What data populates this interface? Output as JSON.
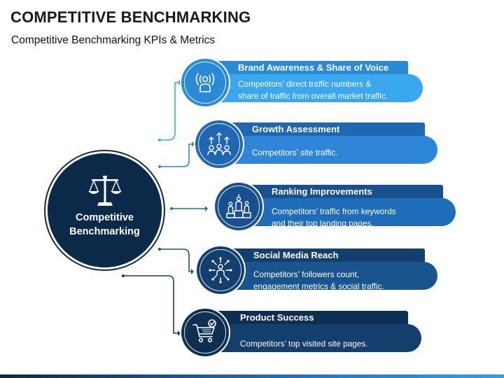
{
  "title": "COMPETITIVE BENCHMARKING",
  "subtitle": "Competitive Benchmarking KPIs & Metrics",
  "hub": {
    "line1": "Competitive",
    "line2": "Benchmarking",
    "icon": "scales-icon"
  },
  "items": [
    {
      "title": "Brand Awareness & Share of Voice",
      "line1": "Competitors’ direct traffic numbers &",
      "line2": "share of traffic from overall market traffic.",
      "icon": "broadcast-person-icon",
      "dark": "#2b8ad6",
      "light": "#3aa7ef"
    },
    {
      "title": "Growth Assessment",
      "line1": "Competitors’ site traffic.",
      "line2": "",
      "icon": "group-growth-icon",
      "dark": "#1f67b3",
      "light": "#2f86d8"
    },
    {
      "title": "Ranking Improvements",
      "line1": "Competitors’ traffic from keywords",
      "line2": "and their top landing pages.",
      "icon": "podium-icon",
      "dark": "#184f8c",
      "light": "#1f6db9"
    },
    {
      "title": "Social Media Reach",
      "line1": "Competitors’  followers count,",
      "line2": "engagement metrics & social traffic.",
      "icon": "network-person-icon",
      "dark": "#133f6e",
      "light": "#19548f"
    },
    {
      "title": "Product Success",
      "line1": "Competitors’ top visited site pages.",
      "line2": "",
      "icon": "shopping-cart-check-icon",
      "dark": "#0e2e52",
      "light": "#143f6c"
    }
  ]
}
